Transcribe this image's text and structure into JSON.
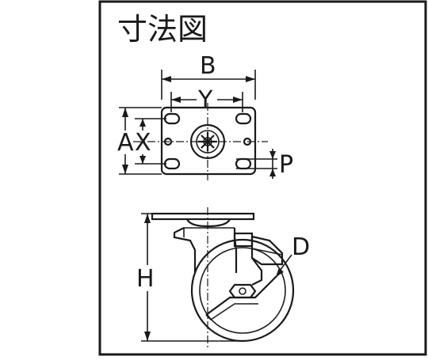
{
  "title": "寸法図",
  "labels": {
    "B": "B",
    "Y": "Y",
    "A": "A",
    "X": "X",
    "P": "P",
    "H": "H",
    "D": "D"
  },
  "colors": {
    "line": "#1a1a1a",
    "background": "#ffffff"
  }
}
